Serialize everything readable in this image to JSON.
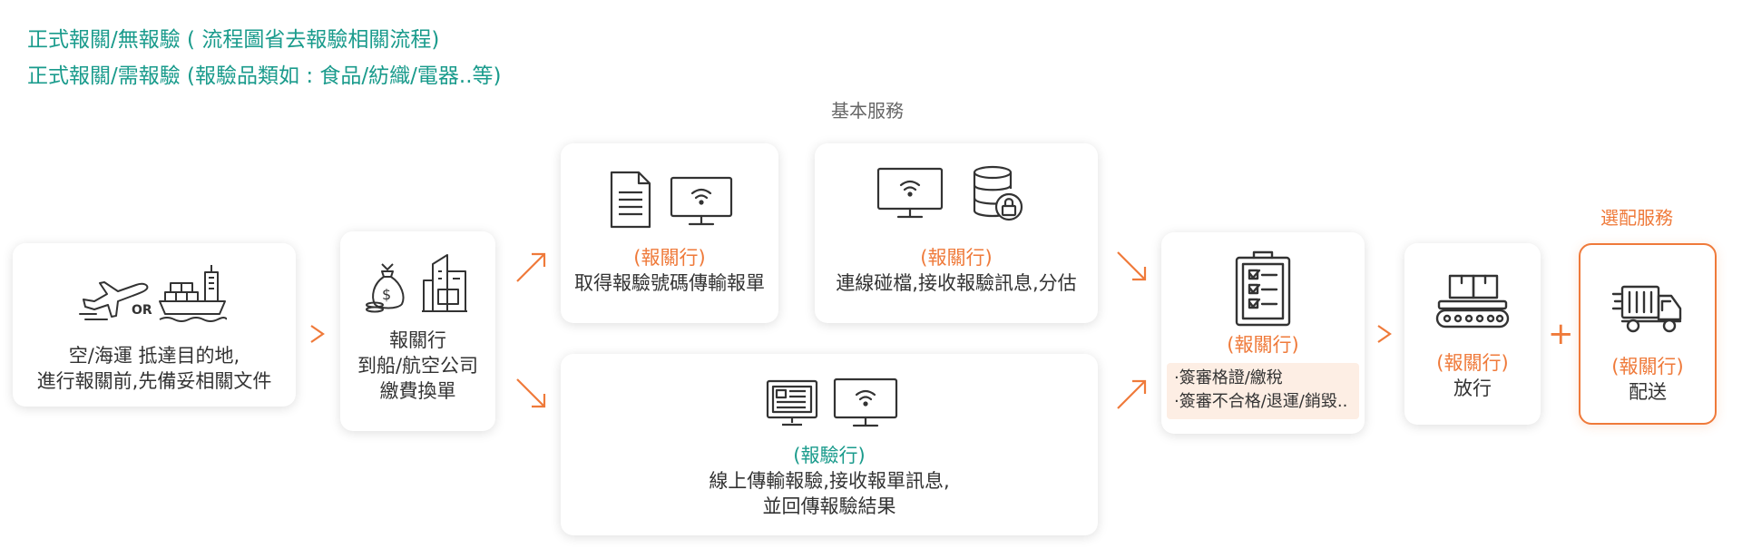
{
  "legend": {
    "line1": "正式報關/無報驗 ( 流程圖省去報驗相關流程)",
    "line2": "正式報關/需報驗 (報驗品類如 : 食品/紡織/電器..等)"
  },
  "sections": {
    "basic": "基本服務",
    "optional": "選配服務"
  },
  "colors": {
    "teal": "#1a9b8c",
    "orange": "#ef7a3a",
    "check_bg": "#fdeee4"
  },
  "steps": {
    "arrival": {
      "or_label": "OR",
      "line1": "空/海運 抵達目的地,",
      "line2": "進行報關前,先備妥相關文件"
    },
    "payment": {
      "line1": "報關行",
      "line2": "到船/航空公司",
      "line3": "繳費換單"
    },
    "get_number": {
      "agent": "(報關行)",
      "line1": "取得報驗號碼傳輸報單"
    },
    "online_check": {
      "agent": "(報關行)",
      "line1": "連線碰檔,接收報驗訊息,分估"
    },
    "inspection": {
      "agent": "(報驗行)",
      "line1": "線上傳輸報驗,接收報單訊息,",
      "line2": "並回傳報驗結果"
    },
    "review": {
      "agent": "(報關行)",
      "items": [
        "·簽審格證/繳稅",
        "·簽審不合格/退運/銷毀.."
      ]
    },
    "release": {
      "agent": "(報關行)",
      "line1": "放行"
    },
    "delivery": {
      "agent": "(報關行)",
      "line1": "配送"
    }
  },
  "icons": [
    "airplane-icon",
    "cargo-ship-icon",
    "money-bag-icon",
    "building-icon",
    "document-icon",
    "wifi-monitor-icon",
    "database-lock-icon",
    "web-monitor-icon",
    "clipboard-checklist-icon",
    "conveyor-box-icon",
    "delivery-truck-icon"
  ]
}
